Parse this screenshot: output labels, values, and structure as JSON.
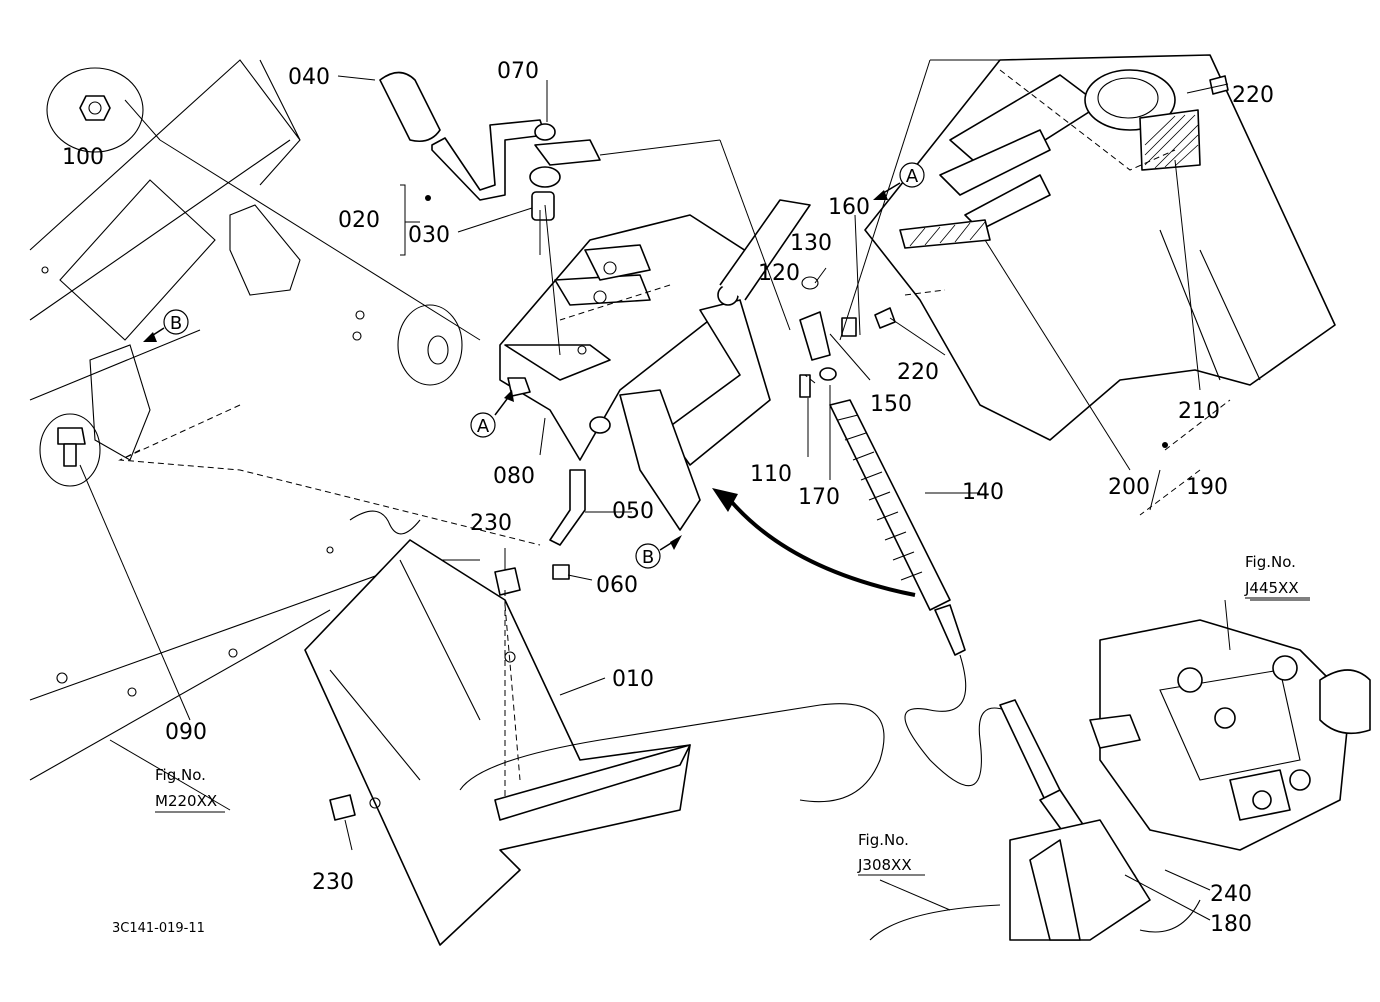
{
  "document_code": "3C141-019-11",
  "figure_refs": [
    {
      "id": "m220",
      "prefix": "Fig.No.",
      "code": "M220XX"
    },
    {
      "id": "j445",
      "prefix": "Fig.No.",
      "code": "J445XX"
    },
    {
      "id": "j308",
      "prefix": "Fig.No.",
      "code": "J308XX"
    }
  ],
  "view_markers": {
    "a": "A",
    "b": "B"
  },
  "part_labels": {
    "p010": "010",
    "p020": "020",
    "p030": "030",
    "p040": "040",
    "p050": "050",
    "p060": "060",
    "p070": "070",
    "p080": "080",
    "p090": "090",
    "p100": "100",
    "p110": "110",
    "p120": "120",
    "p130": "130",
    "p140": "140",
    "p150": "150",
    "p160": "160",
    "p170": "170",
    "p180": "180",
    "p190": "190",
    "p200": "200",
    "p210": "210",
    "p220a": "220",
    "p220b": "220",
    "p230a": "230",
    "p230b": "230",
    "p240": "240"
  }
}
